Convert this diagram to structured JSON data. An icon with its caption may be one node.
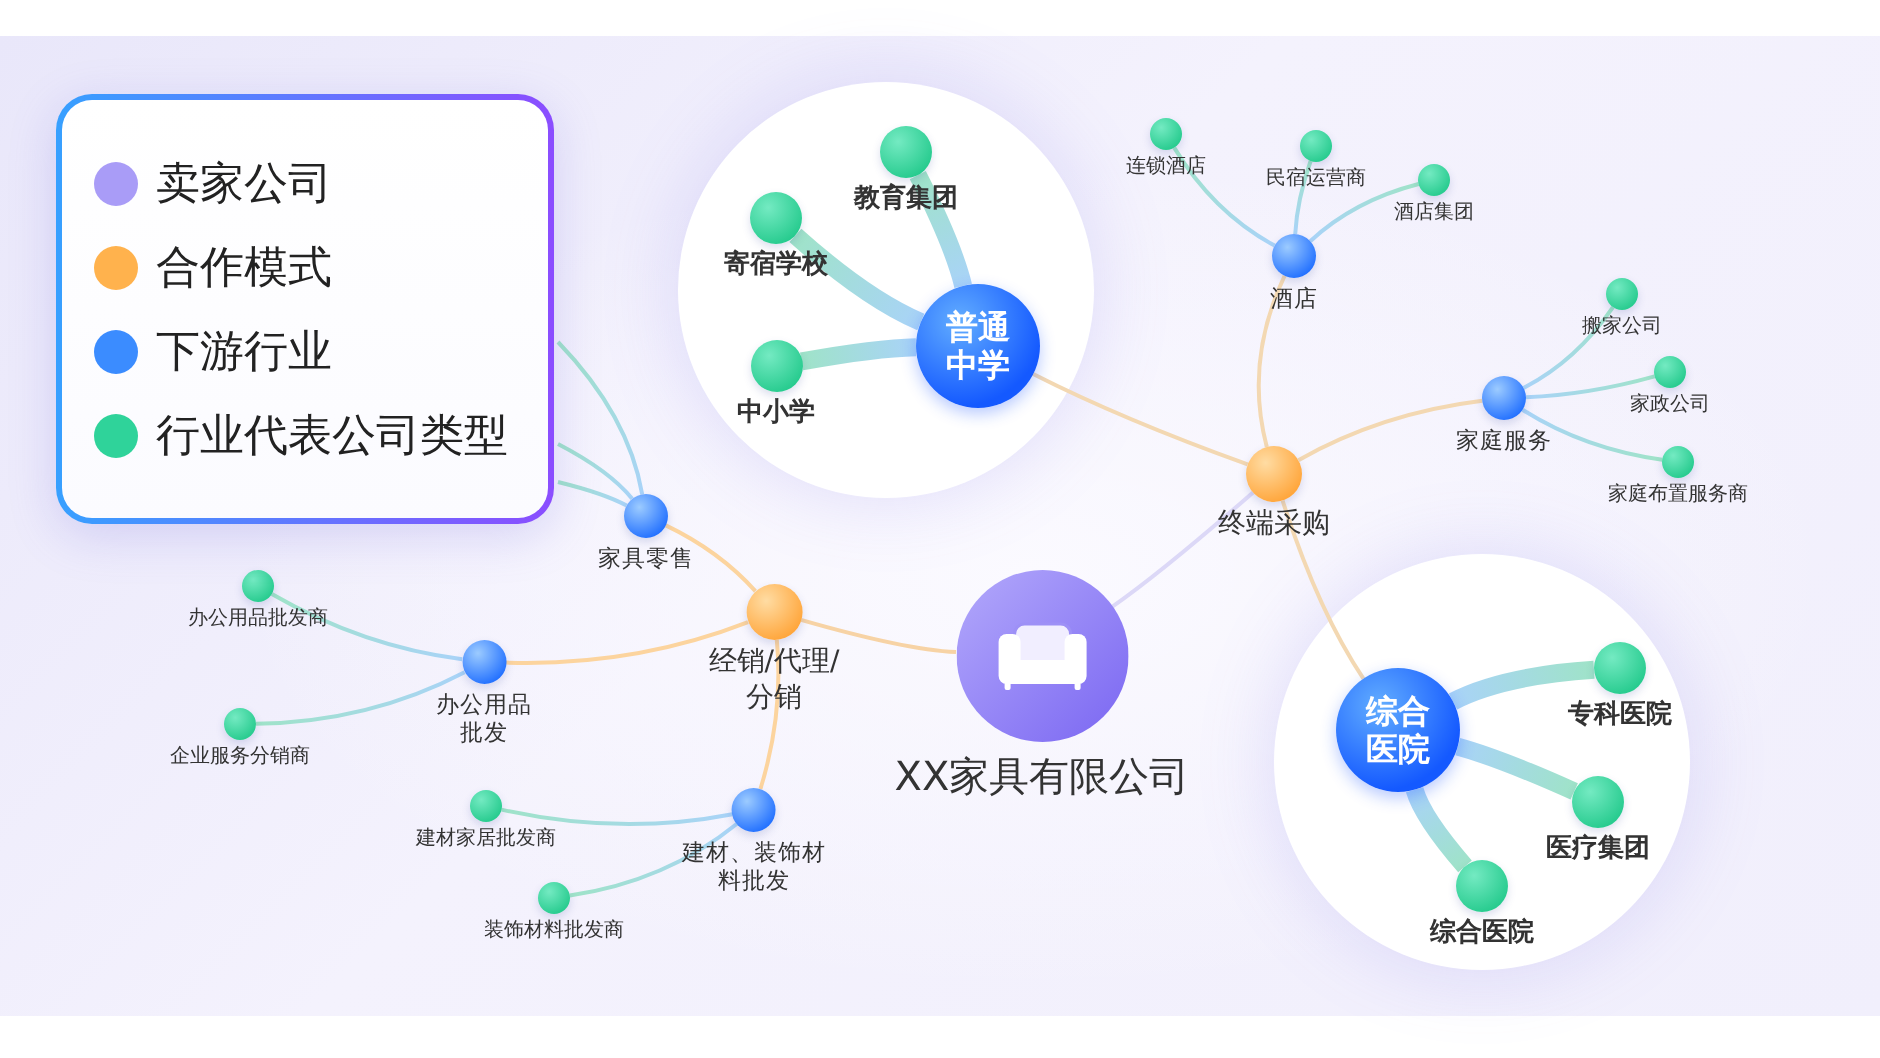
{
  "diagram": {
    "nodes": [
      {
        "text": [
          "XX家具有限公司"
        ]
      },
      {
        "text": [
          "经销/代理/分销"
        ]
      },
      {
        "text": [
          "家具零售"
        ]
      },
      {
        "text": [
          "办公用品批发"
        ]
      },
      {
        "text": [
          "办公用品批发商"
        ]
      },
      {
        "text": [
          "企业服务分销商"
        ]
      },
      {
        "text": [
          "建材、装饰材料批发"
        ]
      },
      {
        "text": [
          "建材家居批发商"
        ]
      },
      {
        "text": [
          "装饰材料批发商"
        ]
      },
      {
        "text": [
          "终端采购"
        ]
      },
      {
        "text": [],
        "shape": "circle"
      },
      {
        "text": [
          "普通中学"
        ],
        "in": 10
      },
      {
        "text": [
          "教育集团"
        ],
        "in": 10
      },
      {
        "text": [
          "寄宿学校"
        ],
        "in": 10
      },
      {
        "text": [
          "中小学"
        ],
        "in": 10
      },
      {
        "text": [
          "酒店"
        ]
      },
      {
        "text": [
          "连锁酒店"
        ]
      },
      {
        "text": [
          "民宿运营商"
        ]
      },
      {
        "text": [
          "酒店集团"
        ]
      },
      {
        "text": [
          "家庭服务"
        ]
      },
      {
        "text": [
          "搬家公司"
        ]
      },
      {
        "text": [
          "家政公司"
        ]
      },
      {
        "text": [
          "家庭布置服务商"
        ]
      },
      {
        "text": [],
        "shape": "circle"
      },
      {
        "text": [
          "综合医院"
        ],
        "in": 23
      },
      {
        "text": [
          "专科医院"
        ],
        "in": 23
      },
      {
        "text": [
          "医疗集团"
        ],
        "in": 23
      },
      {
        "text": [
          "综合医院"
        ],
        "in": 23
      }
    ],
    "edges": [
      {
        "from": 0,
        "to": 1,
        "arrow": "none",
        "color": "#f7d3a5"
      },
      {
        "from": 0,
        "to": 9,
        "arrow": "none",
        "color": "#dcd8f7"
      },
      {
        "from": 1,
        "to": 2,
        "arrow": "none",
        "color": "#fcd49e"
      },
      {
        "from": 1,
        "to": 3,
        "arrow": "none",
        "color": "#fcd49e"
      },
      {
        "from": 1,
        "to": 6,
        "arrow": "none",
        "color": "#fcd49e"
      },
      {
        "from": 2,
        "to": null,
        "arrow": "none"
      },
      {
        "from": 2,
        "to": null,
        "arrow": "none"
      },
      {
        "from": 2,
        "to": null,
        "arrow": "none"
      },
      {
        "from": 3,
        "to": 4,
        "arrow": "none"
      },
      {
        "from": 3,
        "to": 5,
        "arrow": "none"
      },
      {
        "from": 6,
        "to": 7,
        "arrow": "none"
      },
      {
        "from": 6,
        "to": 8,
        "arrow": "none"
      },
      {
        "from": 9,
        "to": 11,
        "arrow": "none",
        "color": "#f3d8b2"
      },
      {
        "from": 9,
        "to": 15,
        "arrow": "none",
        "color": "#f3d8b2"
      },
      {
        "from": 9,
        "to": 19,
        "arrow": "none",
        "color": "#f3d8b2"
      },
      {
        "from": 9,
        "to": 24,
        "arrow": "none",
        "color": "#f3d8b2"
      },
      {
        "from": 11,
        "to": 12,
        "arrow": "none",
        "style": "thick"
      },
      {
        "from": 11,
        "to": 13,
        "arrow": "none",
        "style": "thick"
      },
      {
        "from": 11,
        "to": 14,
        "arrow": "none",
        "style": "thick"
      },
      {
        "from": 15,
        "to": 16,
        "arrow": "none"
      },
      {
        "from": 15,
        "to": 17,
        "arrow": "none"
      },
      {
        "from": 15,
        "to": 18,
        "arrow": "none"
      },
      {
        "from": 19,
        "to": 20,
        "arrow": "none"
      },
      {
        "from": 19,
        "to": 21,
        "arrow": "none"
      },
      {
        "from": 19,
        "to": 22,
        "arrow": "none"
      },
      {
        "from": 24,
        "to": 25,
        "arrow": "none",
        "style": "thick"
      },
      {
        "from": 24,
        "to": 26,
        "arrow": "none",
        "style": "thick"
      },
      {
        "from": 24,
        "to": 27,
        "arrow": "none",
        "style": "thick"
      }
    ],
    "legend": [
      {
        "text": "卖家公司",
        "color": "#a99cf7"
      },
      {
        "text": "合作模式",
        "color": "#ffb24d"
      },
      {
        "text": "下游行业",
        "color": "#3b8cff"
      },
      {
        "text": "行业代表公司类型",
        "color": "#2fd39a"
      }
    ]
  }
}
